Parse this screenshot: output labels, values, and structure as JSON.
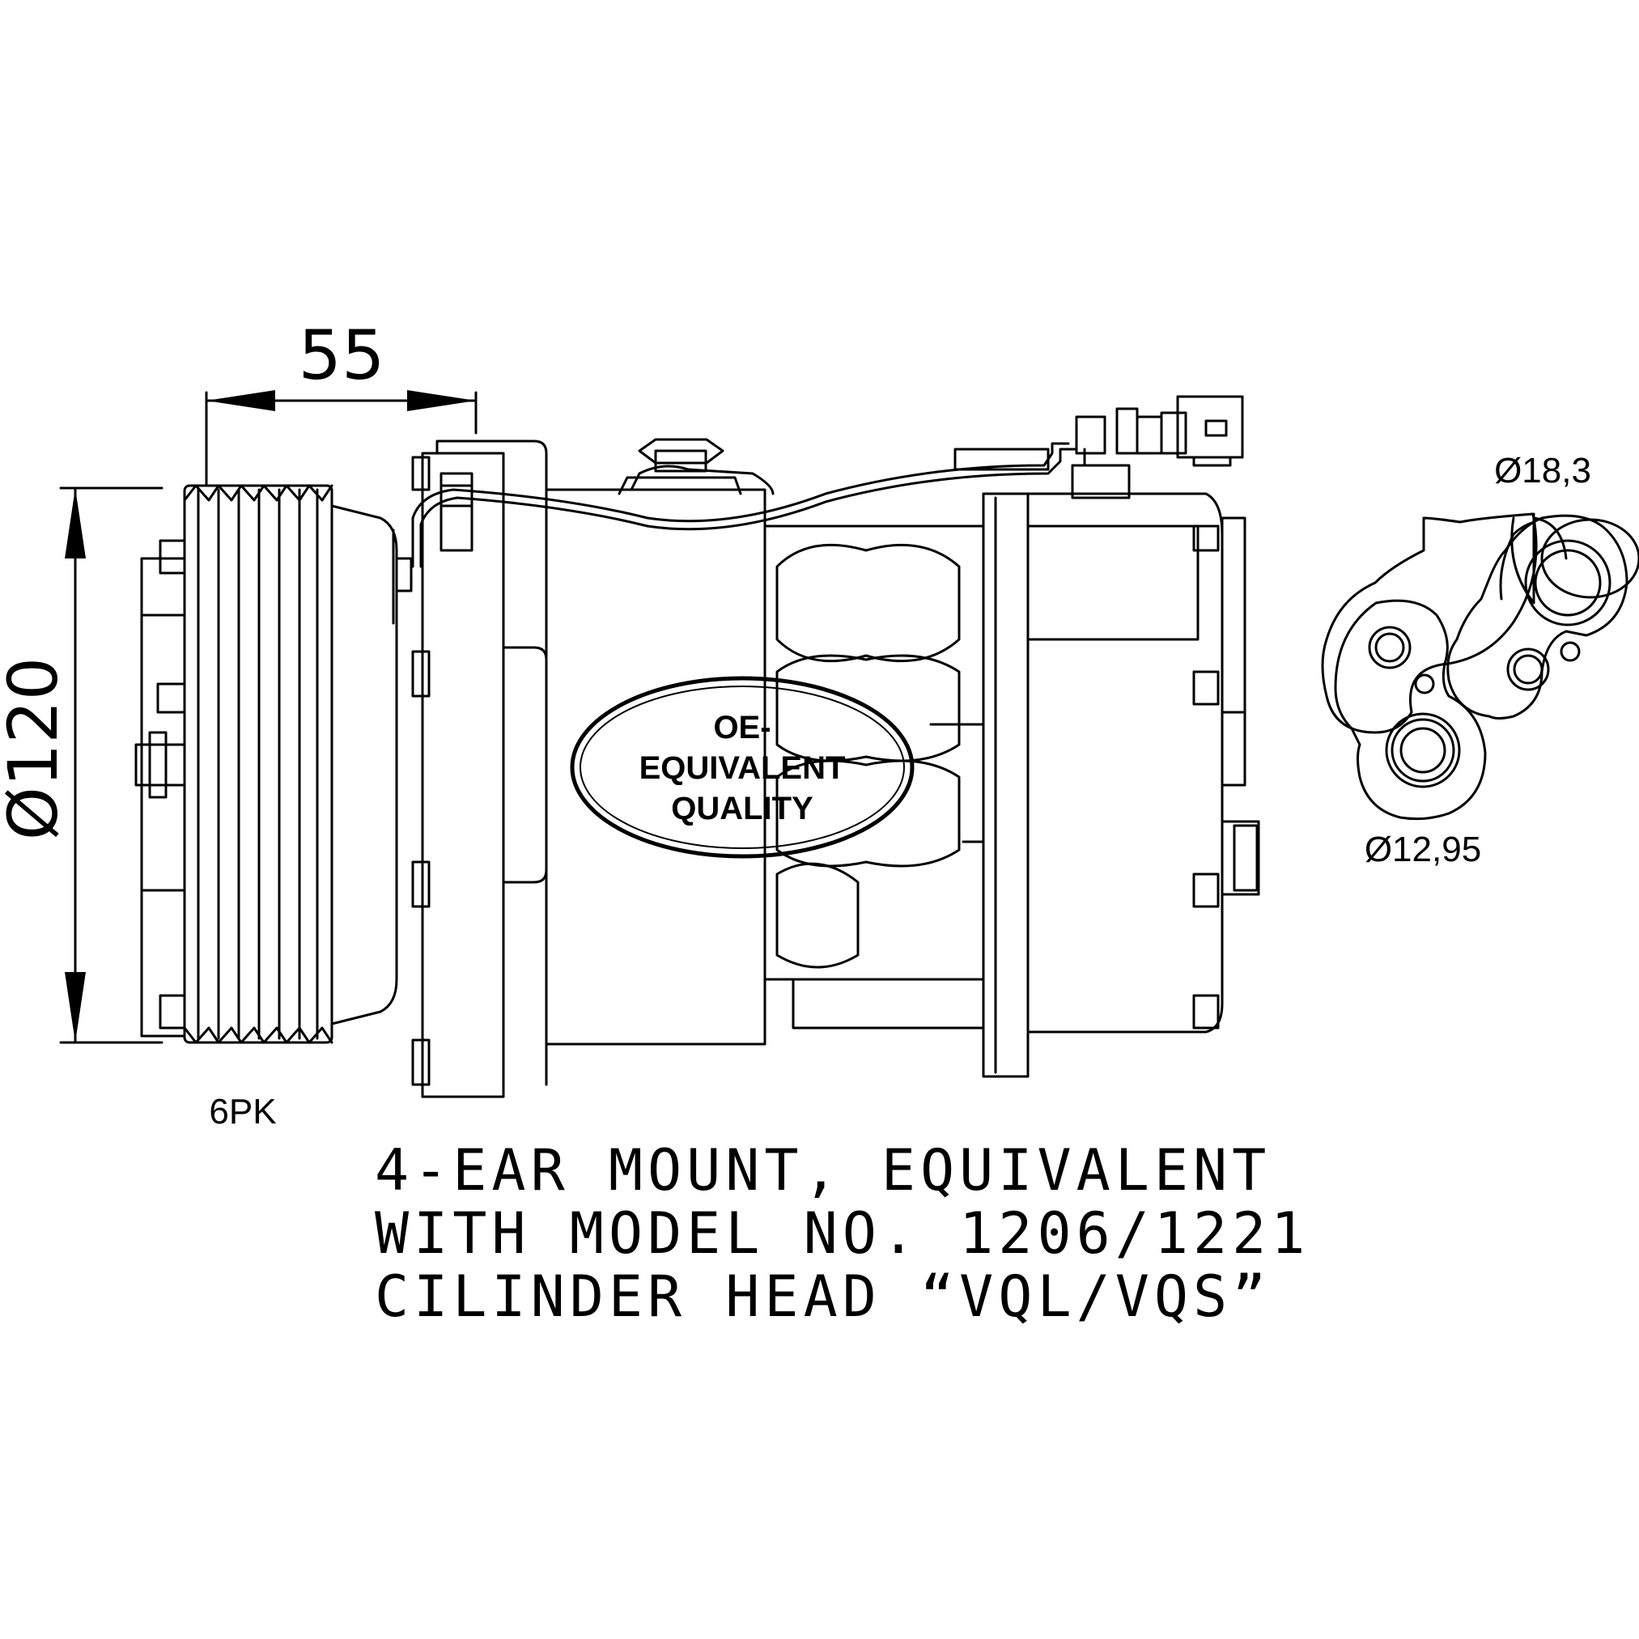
{
  "dimensions": {
    "width": "55",
    "diameter": "Ø120",
    "port_large": "Ø18,3",
    "port_small": "Ø12,95"
  },
  "pulley": {
    "label": "6PK"
  },
  "badge": {
    "lines": [
      "OE-",
      "EQUIVALENT",
      "QUALITY"
    ]
  },
  "notes": [
    "4-EAR MOUNT, EQUIVALENT",
    "WITH MODEL NO. 1206/1221",
    "CILINDER HEAD “VQL/VQS”"
  ]
}
